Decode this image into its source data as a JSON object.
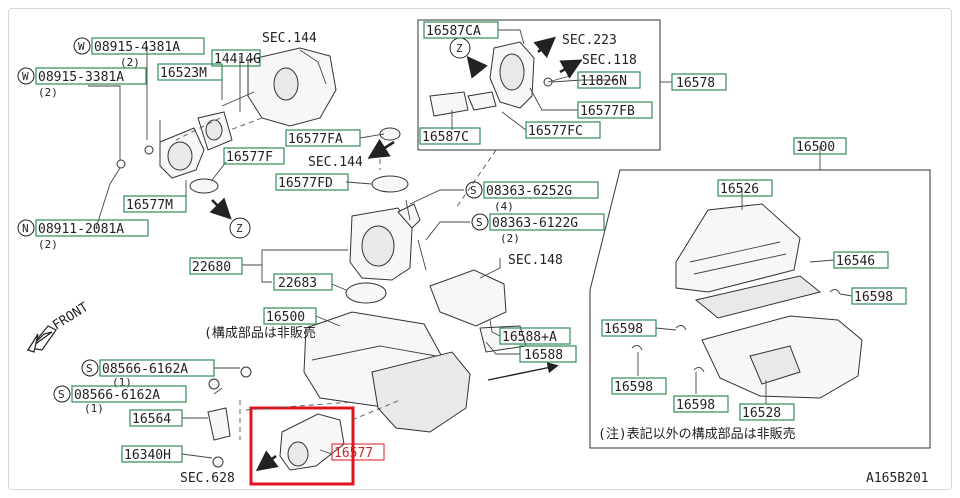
{
  "diagram_id": "A165B201",
  "sections": {
    "sec144_top": "SEC.144",
    "sec223": "SEC.223",
    "sec118": "SEC.118",
    "sec144_mid": "SEC.144",
    "sec148": "SEC.148",
    "sec628": "SEC.628"
  },
  "front_label": "FRONT",
  "markers": {
    "w1": "W",
    "w2": "W",
    "n1": "N",
    "s1": "S",
    "s2": "S",
    "s3": "S",
    "s4": "S",
    "z1": "Z",
    "z2": "Z"
  },
  "parts": {
    "p08915_4381A": "08915-4381A",
    "q_4381A": "(2)",
    "p08915_3381A": "08915-3381A",
    "q_3381A": "(2)",
    "p14414G": "14414G",
    "p16523M": "16523M",
    "p16577F": "16577F",
    "p16577M": "16577M",
    "p08911_2081A": "08911-2081A",
    "q_2081A": "(2)",
    "p16587CA": "16587CA",
    "p11826N": "11826N",
    "p16578": "16578",
    "p16577FB": "16577FB",
    "p16577FA": "16577FA",
    "p16587C": "16587C",
    "p16577FC": "16577FC",
    "p16577FD": "16577FD",
    "p08363_6252G": "08363-6252G",
    "q_6252G": "(4)",
    "p08363_6122G": "08363-6122G",
    "q_6122G": "(2)",
    "p22680": "22680",
    "p22683": "22683",
    "p16500_main": "16500",
    "note_16500": "(構成部品は非販売",
    "p16588A": "16588+A",
    "p16588": "16588",
    "p08566_6162A_1": "08566-6162A",
    "q_6162A_1": "(1)",
    "p08566_6162A_2": "08566-6162A",
    "q_6162A_2": "(1)",
    "p16564": "16564",
    "p16340H": "16340H",
    "p16577": "16577",
    "p16500_box": "16500",
    "p16526": "16526",
    "p16546": "16546",
    "p16598_a": "16598",
    "p16598_b": "16598",
    "p16598_c": "16598",
    "p16598_d": "16598",
    "p16528": "16528",
    "note_box": "(注)表記以外の構成部品は非販売"
  },
  "colors": {
    "label_border": "#2e8b57",
    "highlight": "#e0141e",
    "line": "#444444"
  }
}
